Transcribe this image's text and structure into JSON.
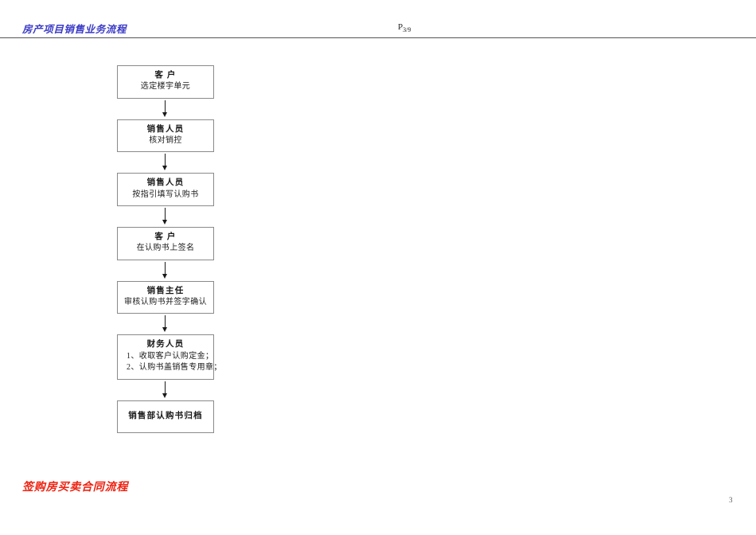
{
  "header": {
    "title": "房产项目销售业务流程",
    "page_label_main": "P",
    "page_label_sub": "3/9",
    "title_color": "#3b3bc6"
  },
  "flowchart": {
    "arrow_icon": "down-arrow-icon",
    "nodes": [
      {
        "id": "customer-select-unit",
        "title": "客 户",
        "lines": [
          "选定楼宇单元"
        ],
        "numbered": false
      },
      {
        "id": "sales-staff-check-control",
        "title": "销售人员",
        "lines": [
          "核对销控"
        ],
        "numbered": false
      },
      {
        "id": "sales-staff-fill-subscription",
        "title": "销售人员",
        "lines": [
          "按指引填写认购书"
        ],
        "numbered": false
      },
      {
        "id": "customer-sign-subscription",
        "title": "客 户",
        "lines": [
          "在认购书上签名"
        ],
        "numbered": false
      },
      {
        "id": "sales-director-review",
        "title": "销售主任",
        "lines": [
          "审核认购书并签字确认"
        ],
        "numbered": false
      },
      {
        "id": "finance-staff-collect",
        "title": "财务人员",
        "lines": [
          "1、收取客户认购定金；",
          "2、认购书盖销售专用章；"
        ],
        "numbered": true
      },
      {
        "id": "sales-dept-archive",
        "title": "销售部认购书归档",
        "lines": [],
        "numbered": false
      }
    ]
  },
  "section_heading": {
    "text": "签购房买卖合同流程",
    "color": "#ee2211"
  },
  "footer": {
    "page_number": "3"
  }
}
